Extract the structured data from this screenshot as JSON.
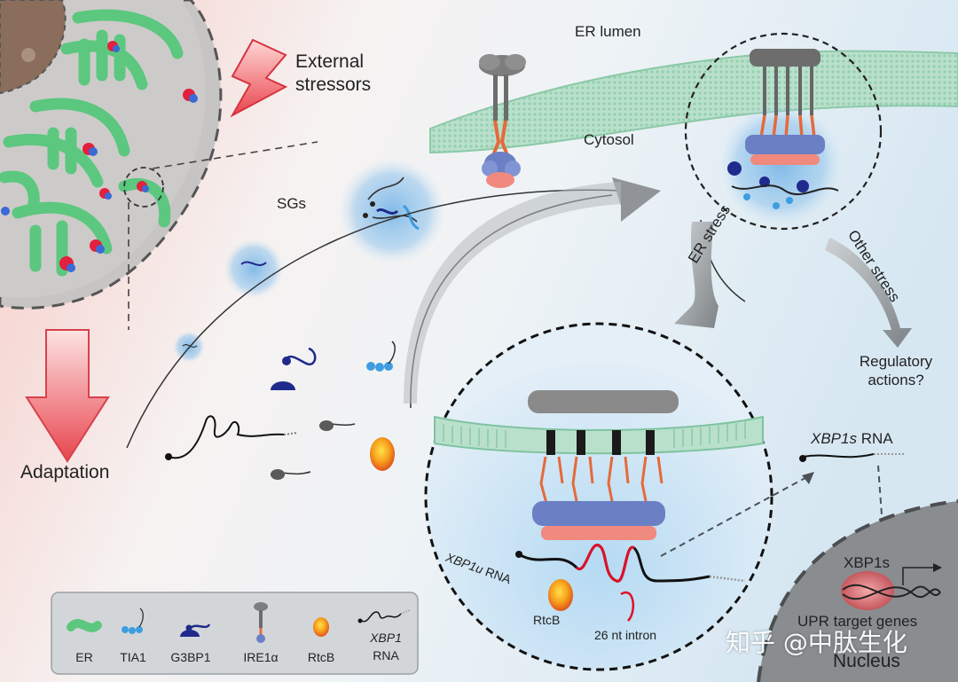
{
  "labels": {
    "external_stressors": [
      "External",
      "stressors"
    ],
    "er_lumen": "ER lumen",
    "cytosol": "Cytosol",
    "sgs": "SGs",
    "adaptation": "Adaptation",
    "er_stress": "ER stress",
    "other_stress": "Other stress",
    "regulatory_actions": [
      "Regulatory",
      "actions?"
    ],
    "xbp1s_rna_italic": "XBP1s",
    "xbp1s_rna_suffix": " RNA",
    "xbp1u_rna_italic": "XBP1u",
    "xbp1u_rna_suffix": " RNA",
    "rtcb": "RtcB",
    "intron": "26 nt intron",
    "xbp1s_protein": "XBP1s",
    "upr_target_genes": "UPR target genes",
    "nucleus": "Nucleus"
  },
  "legend": {
    "items": [
      {
        "name": "er",
        "label": [
          "ER"
        ]
      },
      {
        "name": "tia1",
        "label": [
          "TIA1"
        ]
      },
      {
        "name": "g3bp1",
        "label": [
          "G3BP1"
        ]
      },
      {
        "name": "ire1a",
        "label": [
          "IRE1α"
        ]
      },
      {
        "name": "rtcb",
        "label": [
          "RtcB"
        ]
      },
      {
        "name": "xbp1-rna",
        "label": [
          "XBP1",
          "RNA"
        ]
      }
    ]
  },
  "watermark": "知乎 @中肽生化",
  "colors": {
    "er_green": "#5cc77f",
    "membrane": "#a9d9c0",
    "ire1_grey": "#8a8a8a",
    "ire1_orange": "#e56a3a",
    "ire1_blue": "#6b7fc4",
    "ire1_pink": "#f08a7e",
    "tia1": "#3d9de0",
    "g3bp1": "#1f2a8c",
    "rtcb": "#f59a1e",
    "intron_red": "#e0102a",
    "nucleus": "#8a8d90",
    "arrow_red": "#e8595f"
  }
}
